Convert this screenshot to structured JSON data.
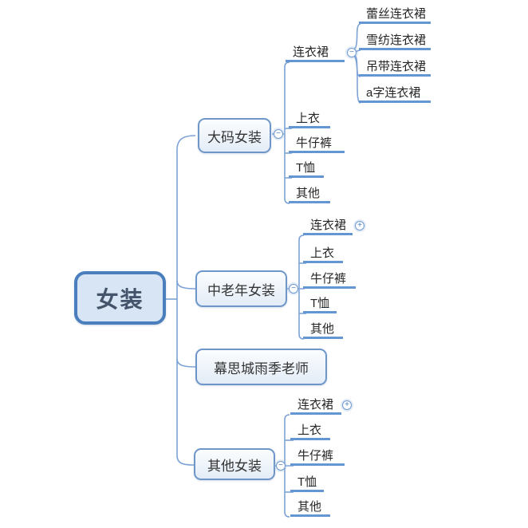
{
  "tree": {
    "label": "女装",
    "children": [
      {
        "label": "大码女装",
        "expander": "collapse",
        "children": [
          {
            "label": "连衣裙",
            "expander": "collapse",
            "children": [
              {
                "label": "蕾丝连衣裙"
              },
              {
                "label": "雪纺连衣裙"
              },
              {
                "label": "吊带连衣裙"
              },
              {
                "label": "a字连衣裙"
              }
            ]
          },
          {
            "label": "上衣"
          },
          {
            "label": "牛仔裤"
          },
          {
            "label": "T恤"
          },
          {
            "label": "其他"
          }
        ]
      },
      {
        "label": "中老年女装",
        "expander": "collapse",
        "children": [
          {
            "label": "连衣裙",
            "expander": "expand"
          },
          {
            "label": "上衣"
          },
          {
            "label": "牛仔裤"
          },
          {
            "label": "T恤"
          },
          {
            "label": "其他"
          }
        ]
      },
      {
        "label": "幕思城雨季老师"
      },
      {
        "label": "其他女装",
        "expander": "collapse",
        "children": [
          {
            "label": "连衣裙",
            "expander": "expand"
          },
          {
            "label": "上衣"
          },
          {
            "label": "牛仔裤"
          },
          {
            "label": "T恤"
          },
          {
            "label": "其他"
          }
        ]
      }
    ]
  },
  "icons": {
    "collapse": "−",
    "expand": "+"
  },
  "colors": {
    "root_border": "#4a7ebc",
    "root_fill": "#d8e5f4",
    "root_text": "#44546a",
    "branch_border": "#6e96c8",
    "branch_fill": "#e9f0f9",
    "branch_text": "#333333",
    "leaf_text": "#262626",
    "underline": "#6496d1",
    "connector": "#7da3d6",
    "background": "#ffffff"
  }
}
